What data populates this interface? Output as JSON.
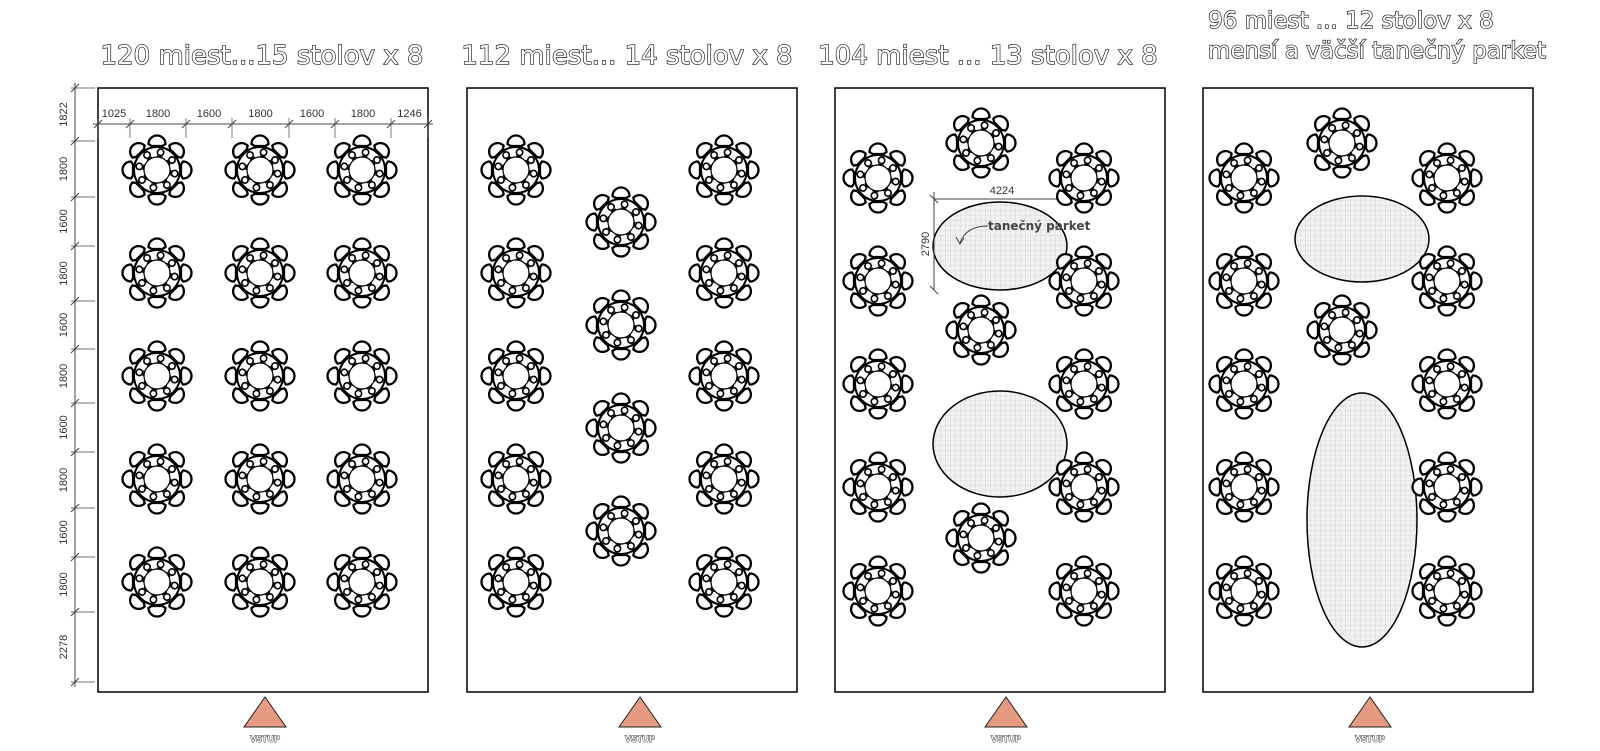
{
  "colors": {
    "entrance": "#e69a7f",
    "dance_floor_fill": "#f1f1f1",
    "dance_floor_grid": "#c8c8c8",
    "line": "#000000"
  },
  "layouts": [
    {
      "title_lines": [
        "120 miest...15 stolov x 8"
      ],
      "entrance_label": "VSTUP",
      "table_count": 15,
      "seats_per_table": 8
    },
    {
      "title_lines": [
        "112 miest... 14 stolov x 8"
      ],
      "entrance_label": "VSTUP",
      "table_count": 14,
      "seats_per_table": 8
    },
    {
      "title_lines": [
        "104 miest ... 13 stolov x 8"
      ],
      "entrance_label": "VSTUP",
      "table_count": 13,
      "seats_per_table": 8,
      "dance_floor_label": "tanečný parket",
      "dance_floor_width": "4224",
      "dance_floor_height": "2790"
    },
    {
      "title_lines": [
        "96 miest ... 12 stolov x 8",
        "mensí a väčší tanečný parket"
      ],
      "entrance_label": "VSTUP",
      "table_count": 12,
      "seats_per_table": 8
    }
  ],
  "dimensions": {
    "horizontal": [
      "1025",
      "1800",
      "1600",
      "1800",
      "1600",
      "1800",
      "1246"
    ],
    "vertical": [
      "1822",
      "1800",
      "1600",
      "1800",
      "1600",
      "1800",
      "1600",
      "1800",
      "1600",
      "1800",
      "2278"
    ]
  }
}
